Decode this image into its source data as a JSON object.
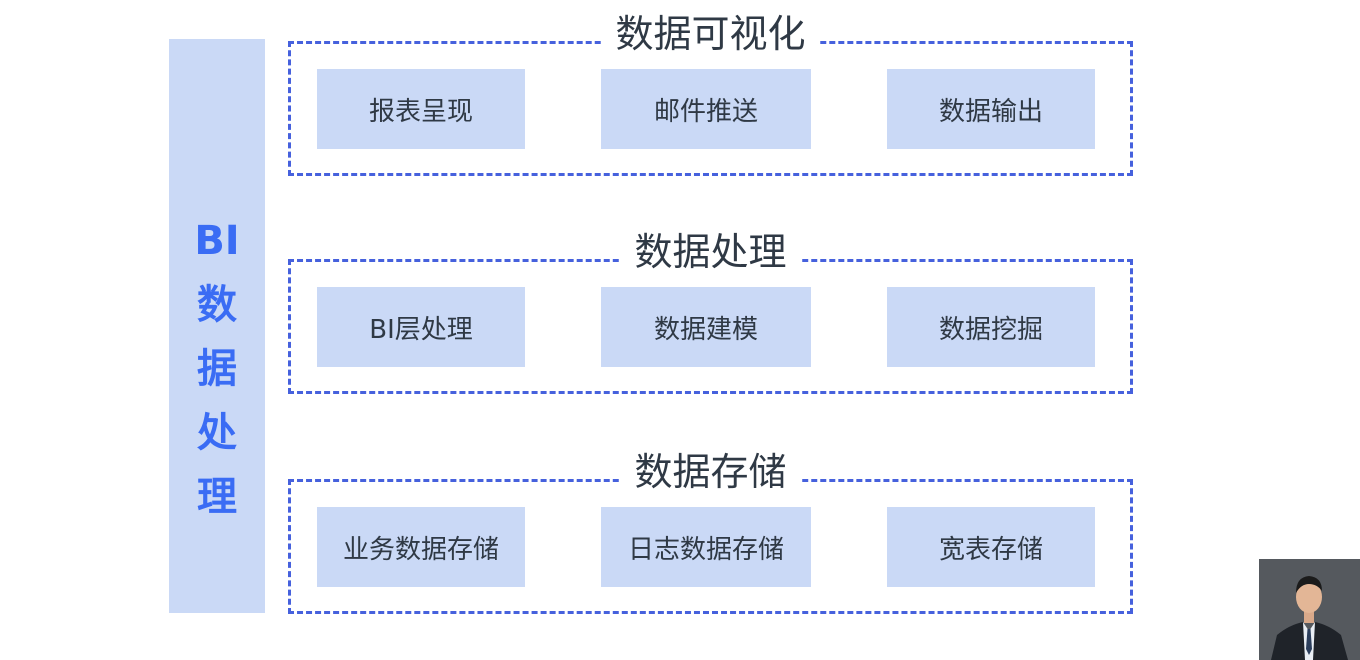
{
  "sidebar": {
    "title_chars": [
      "BI",
      "数",
      "据",
      "处",
      "理"
    ]
  },
  "groups": [
    {
      "title": "数据可视化",
      "items": [
        "报表呈现",
        "邮件推送",
        "数据输出"
      ]
    },
    {
      "title": "数据处理",
      "items": [
        "BI层处理",
        "数据建模",
        "数据挖掘"
      ]
    },
    {
      "title": "数据存储",
      "items": [
        "业务数据存储",
        "日志数据存储",
        "宽表存储"
      ]
    }
  ],
  "colors": {
    "box_fill": "#cad9f6",
    "dash": "#4661dd",
    "side_text": "#3a6cf4",
    "text": "#2f3945"
  },
  "presenter": {
    "icon": "presenter-avatar-icon"
  }
}
